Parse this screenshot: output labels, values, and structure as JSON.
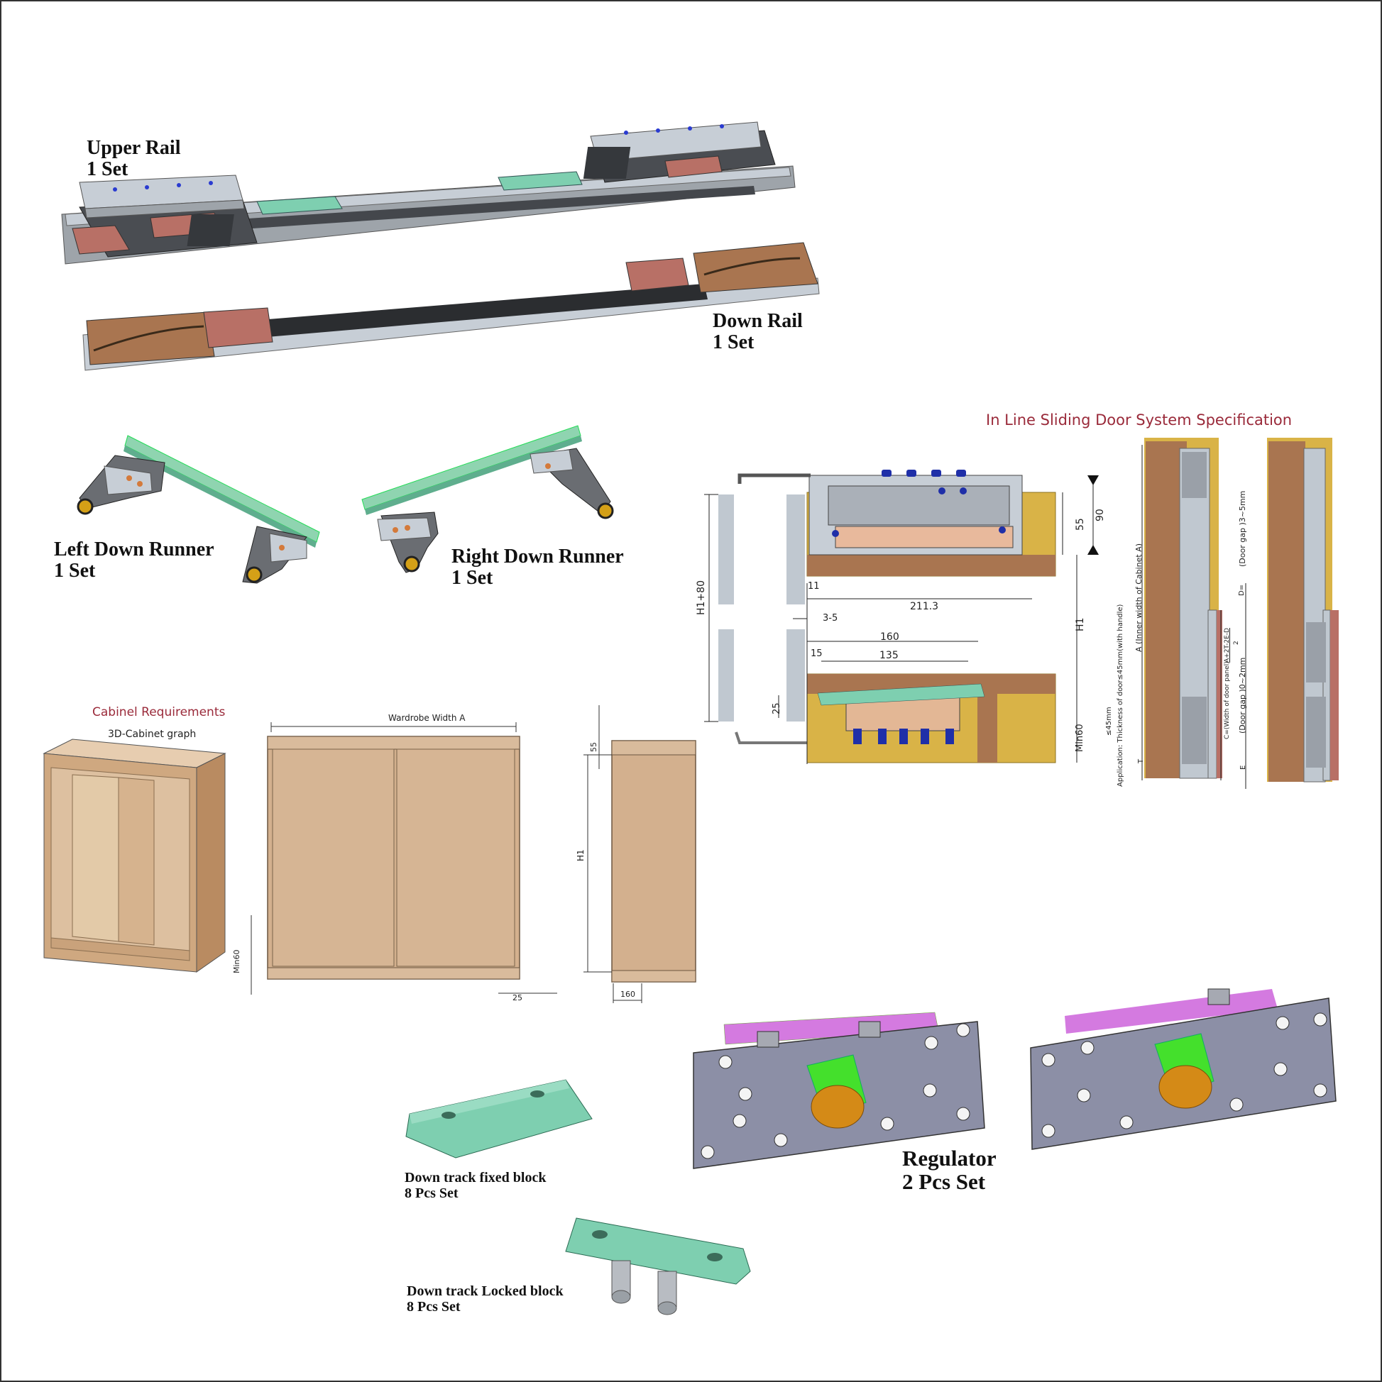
{
  "colors": {
    "aluminium": "#c7ced6",
    "profile_dark": "#4a4d52",
    "wood_brown": "#a97550",
    "pink_block": "#b87066",
    "mint_green": "#7ecfb0",
    "cabinet_tan": "#d5b494",
    "cabinet_mustard": "#d9b347",
    "plate_grey": "#8c8fa6",
    "magenta_part": "#d47ae0",
    "roller_green": "#44e02c",
    "roller_orange": "#d48a17",
    "spec_title_red": "#9a2a3a"
  },
  "parts": {
    "upper_rail": {
      "name": "Upper Rail",
      "qty": "1 Set"
    },
    "down_rail": {
      "name": "Down Rail",
      "qty": "1 Set"
    },
    "left_runner": {
      "name": "Left Down Runner",
      "qty": "1 Set"
    },
    "right_runner": {
      "name": "Right Down Runner",
      "qty": "1 Set"
    },
    "fixed_block": {
      "name": "Down track fixed block",
      "qty": "8 Pcs Set"
    },
    "locked_block": {
      "name": "Down track Locked block",
      "qty": "8 Pcs Set"
    },
    "regulator": {
      "name": "Regulator",
      "qty": "2 Pcs Set"
    }
  },
  "cabinet": {
    "title": "Cabinel Requirements",
    "subtitle": "3D-Cabinet graph",
    "front": {
      "width_label": "Wardrobe Width A",
      "min_label": "Min60",
      "dim_25": "25"
    },
    "side": {
      "top": "55",
      "height": "H1",
      "depth": "160"
    }
  },
  "spec": {
    "title": "In Line Sliding Door System Specification",
    "section": {
      "h1_80": "H1+80",
      "d90": "90",
      "d55": "55",
      "d11": "11",
      "d211": "211.3",
      "d3_5": "3-5",
      "d160": "160",
      "d15": "15",
      "d135": "135",
      "d25": "25",
      "h1": "H1",
      "min60": "Min60"
    },
    "plan": {
      "app": "Application:  Thickness of door≤45mm(with handle)",
      "le45": "≤45mm",
      "inner": "A (Inner width of Cabinet A)",
      "t": "T",
      "gap1": "(Door gap )3~5mm",
      "d": "D=",
      "cwidth": "C=(Width of door panel)",
      "formula": "A+2T-2E-D",
      "formula_den": "2",
      "gap2": "(Door gap )0~2mm",
      "e": "E"
    }
  }
}
